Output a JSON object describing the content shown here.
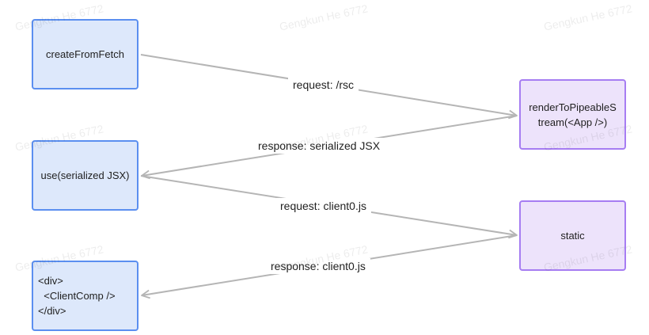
{
  "nodes": {
    "create_from_fetch": "createFromFetch",
    "use_serialized": "use(serialized JSX)",
    "client_comp_code": "<div>\n  <ClientComp />\n</div>",
    "render_to_pipeable": "renderToPipeableS\ntream(<App />)",
    "static": "static"
  },
  "edges": {
    "request_rsc": "request: /rsc",
    "response_jsx": "response: serialized JSX",
    "request_client0": "request: client0.js",
    "response_client0": "response: client0.js"
  },
  "watermark": "Gengkun He 6772",
  "colors": {
    "client_fill": "#dde8fb",
    "client_border": "#5b8ff0",
    "server_fill": "#ede3fb",
    "server_border": "#a67df2",
    "edge": "#b5b5b5"
  }
}
